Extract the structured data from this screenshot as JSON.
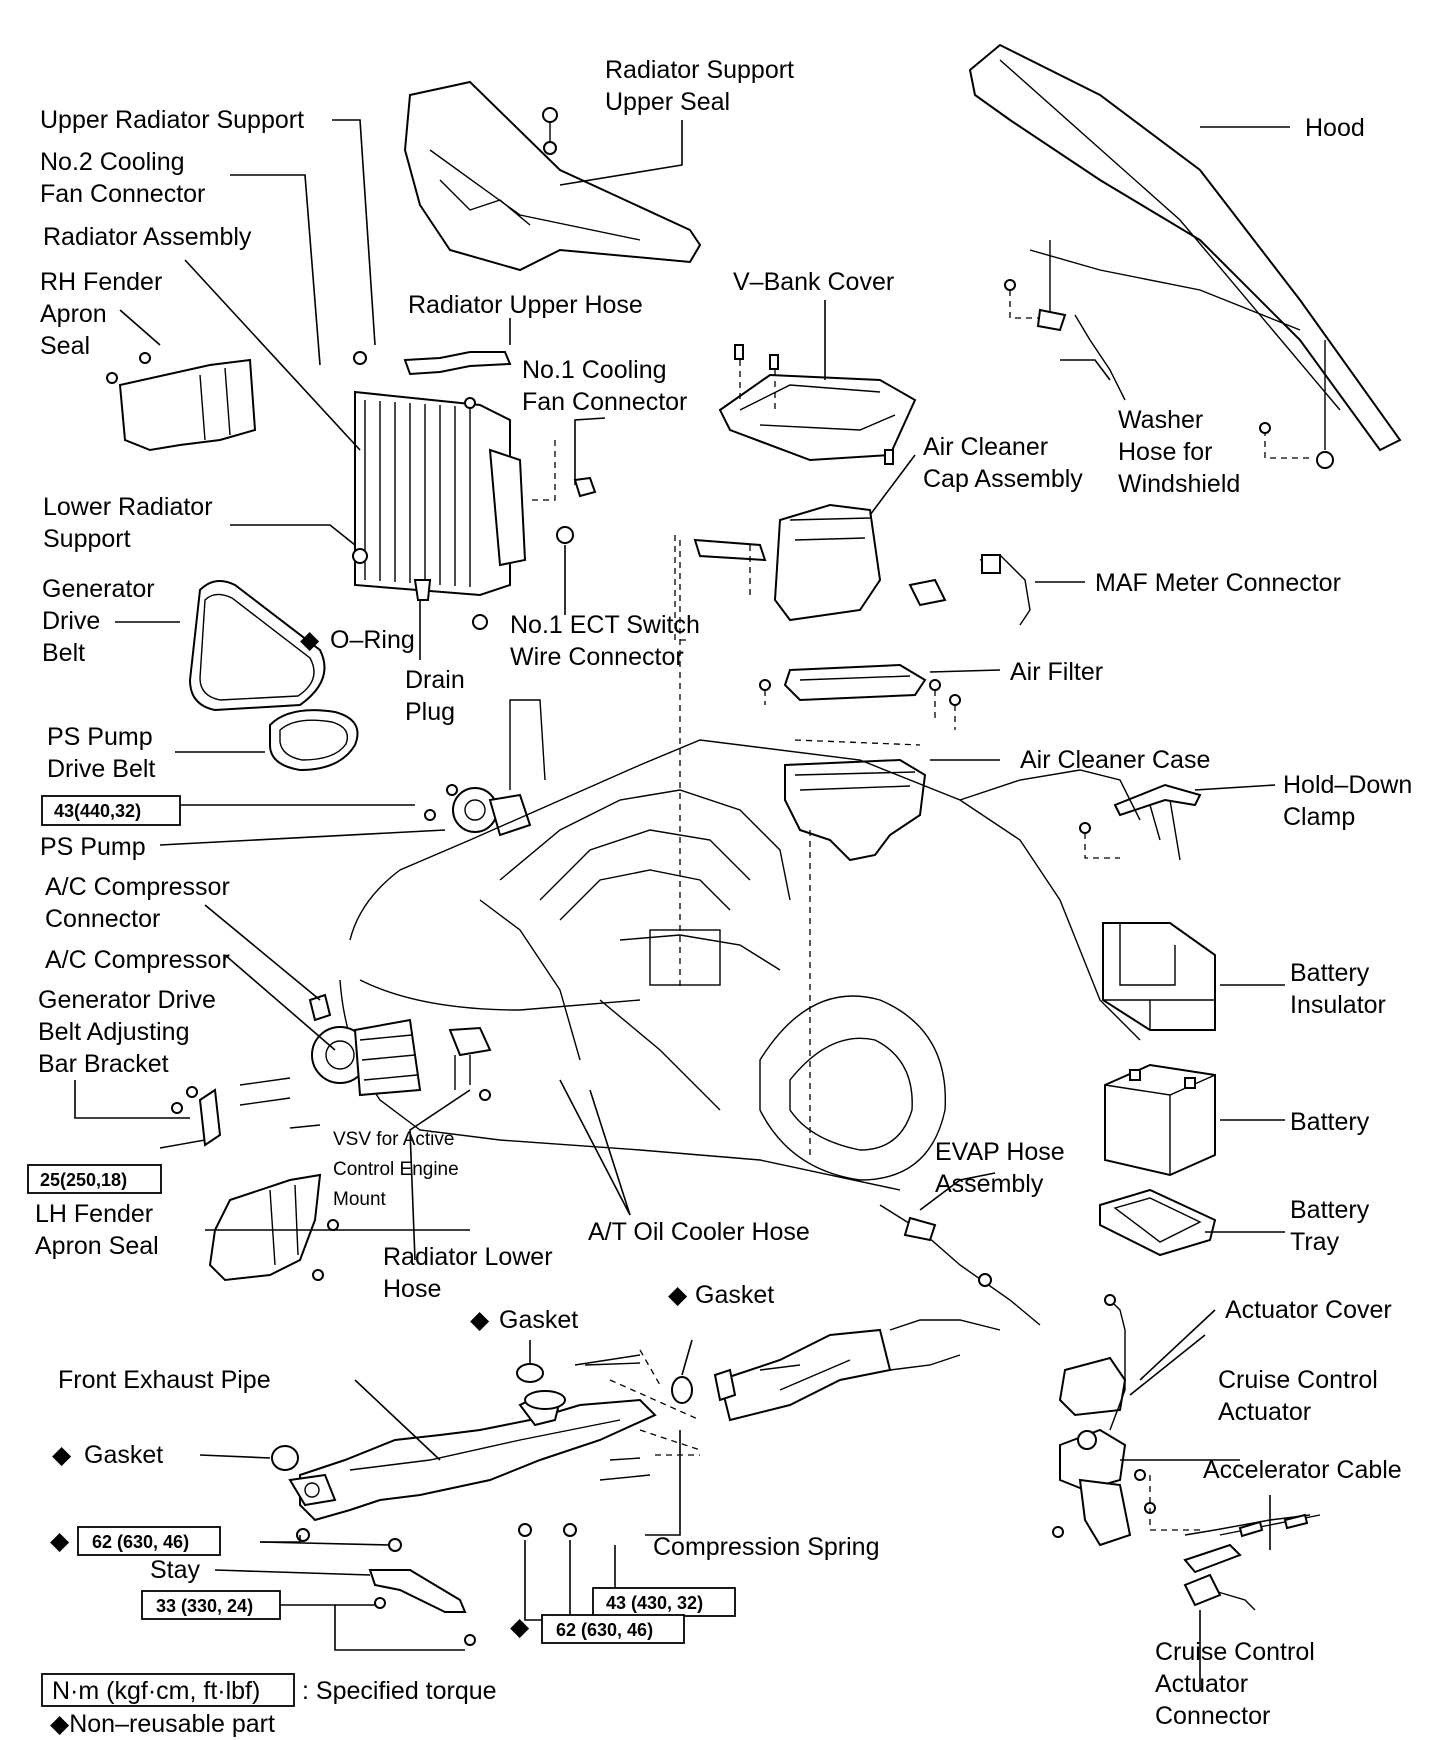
{
  "labels": {
    "radiator_support_upper_seal_1": "Radiator Support",
    "radiator_support_upper_seal_2": "Upper Seal",
    "upper_radiator_support": "Upper Radiator Support",
    "no2_cooling_fan_connector_1": "No.2 Cooling",
    "no2_cooling_fan_connector_2": "Fan Connector",
    "radiator_assembly": "Radiator Assembly",
    "rh_fender_apron_seal_1": "RH Fender",
    "rh_fender_apron_seal_2": "Apron",
    "rh_fender_apron_seal_3": "Seal",
    "radiator_upper_hose": "Radiator Upper Hose",
    "no1_cooling_fan_connector_1": "No.1 Cooling",
    "no1_cooling_fan_connector_2": "Fan Connector",
    "v_bank_cover": "V–Bank Cover",
    "hood": "Hood",
    "washer_hose_1": "Washer",
    "washer_hose_2": "Hose for",
    "washer_hose_3": "Windshield",
    "air_cleaner_cap_1": "Air Cleaner",
    "air_cleaner_cap_2": "Cap Assembly",
    "lower_radiator_support_1": "Lower Radiator",
    "lower_radiator_support_2": "Support",
    "generator_drive_belt_1": "Generator",
    "generator_drive_belt_2": "Drive",
    "generator_drive_belt_3": "Belt",
    "o_ring": "O–Ring",
    "drain_plug_1": "Drain",
    "drain_plug_2": "Plug",
    "no1_ect_switch_1": "No.1 ECT Switch",
    "no1_ect_switch_2": "Wire Connector",
    "maf_meter_connector": "MAF Meter Connector",
    "air_filter": "Air Filter",
    "ps_pump_drive_belt_1": "PS Pump",
    "ps_pump_drive_belt_2": "Drive Belt",
    "air_cleaner_case": "Air Cleaner Case",
    "hold_down_clamp_1": "Hold–Down",
    "hold_down_clamp_2": "Clamp",
    "ps_pump": "PS Pump",
    "ac_compressor_connector_1": "A/C Compressor",
    "ac_compressor_connector_2": "Connector",
    "ac_compressor": "A/C Compressor",
    "battery_insulator_1": "Battery",
    "battery_insulator_2": "Insulator",
    "generator_bracket_1": "Generator Drive",
    "generator_bracket_2": "Belt Adjusting",
    "generator_bracket_3": "Bar Bracket",
    "battery": "Battery",
    "vsv_1": "VSV for Active",
    "vsv_2": "Control Engine",
    "vsv_3": "Mount",
    "evap_hose_1": "EVAP Hose",
    "evap_hose_2": "Assembly",
    "lh_fender_apron_seal_1": "LH Fender",
    "lh_fender_apron_seal_2": "Apron Seal",
    "battery_tray_1": "Battery",
    "battery_tray_2": "Tray",
    "at_oil_cooler_hose": "A/T Oil Cooler Hose",
    "radiator_lower_hose_1": "Radiator Lower",
    "radiator_lower_hose_2": "Hose",
    "gasket_upper_right": "Gasket",
    "gasket_upper_mid": "Gasket",
    "actuator_cover": "Actuator Cover",
    "front_exhaust_pipe": "Front Exhaust Pipe",
    "cruise_control_actuator_1": "Cruise Control",
    "cruise_control_actuator_2": "Actuator",
    "gasket_left": "Gasket",
    "accelerator_cable": "Accelerator Cable",
    "compression_spring": "Compression Spring",
    "stay": "Stay",
    "cruise_connector_1": "Cruise Control",
    "cruise_connector_2": "Actuator",
    "cruise_connector_3": "Connector"
  },
  "torques": {
    "ps_pump_bolt": "43(440,32)",
    "bracket_bolt": "25(250,18)",
    "exhaust_front_nut": "62 (630, 46)",
    "stay_bolt": "33 (330, 24)",
    "spring_bolt": "43 (430, 32)",
    "exhaust_rear_nut": "62 (630, 46)"
  },
  "legend": {
    "torque_unit_box": "N·m (kgf·cm, ft·lbf)",
    "torque_desc": ": Specified torque",
    "non_reusable": "◆Non–reusable part"
  },
  "symbols": {
    "diamond": "◆"
  },
  "icons": [
    "radiator-support-seal-icon",
    "hood-icon",
    "radiator-icon",
    "fender-apron-seal-icon",
    "v-bank-cover-icon",
    "air-cleaner-cap-icon",
    "air-filter-icon",
    "air-cleaner-case-icon",
    "drive-belt-icon",
    "ps-pump-icon",
    "engine-bay-icon",
    "ac-compressor-icon",
    "battery-insulator-icon",
    "battery-icon",
    "battery-tray-icon",
    "hold-down-clamp-icon",
    "evap-hose-icon",
    "exhaust-pipe-icon",
    "catalytic-converter-icon",
    "cruise-actuator-icon",
    "accelerator-cable-icon"
  ]
}
